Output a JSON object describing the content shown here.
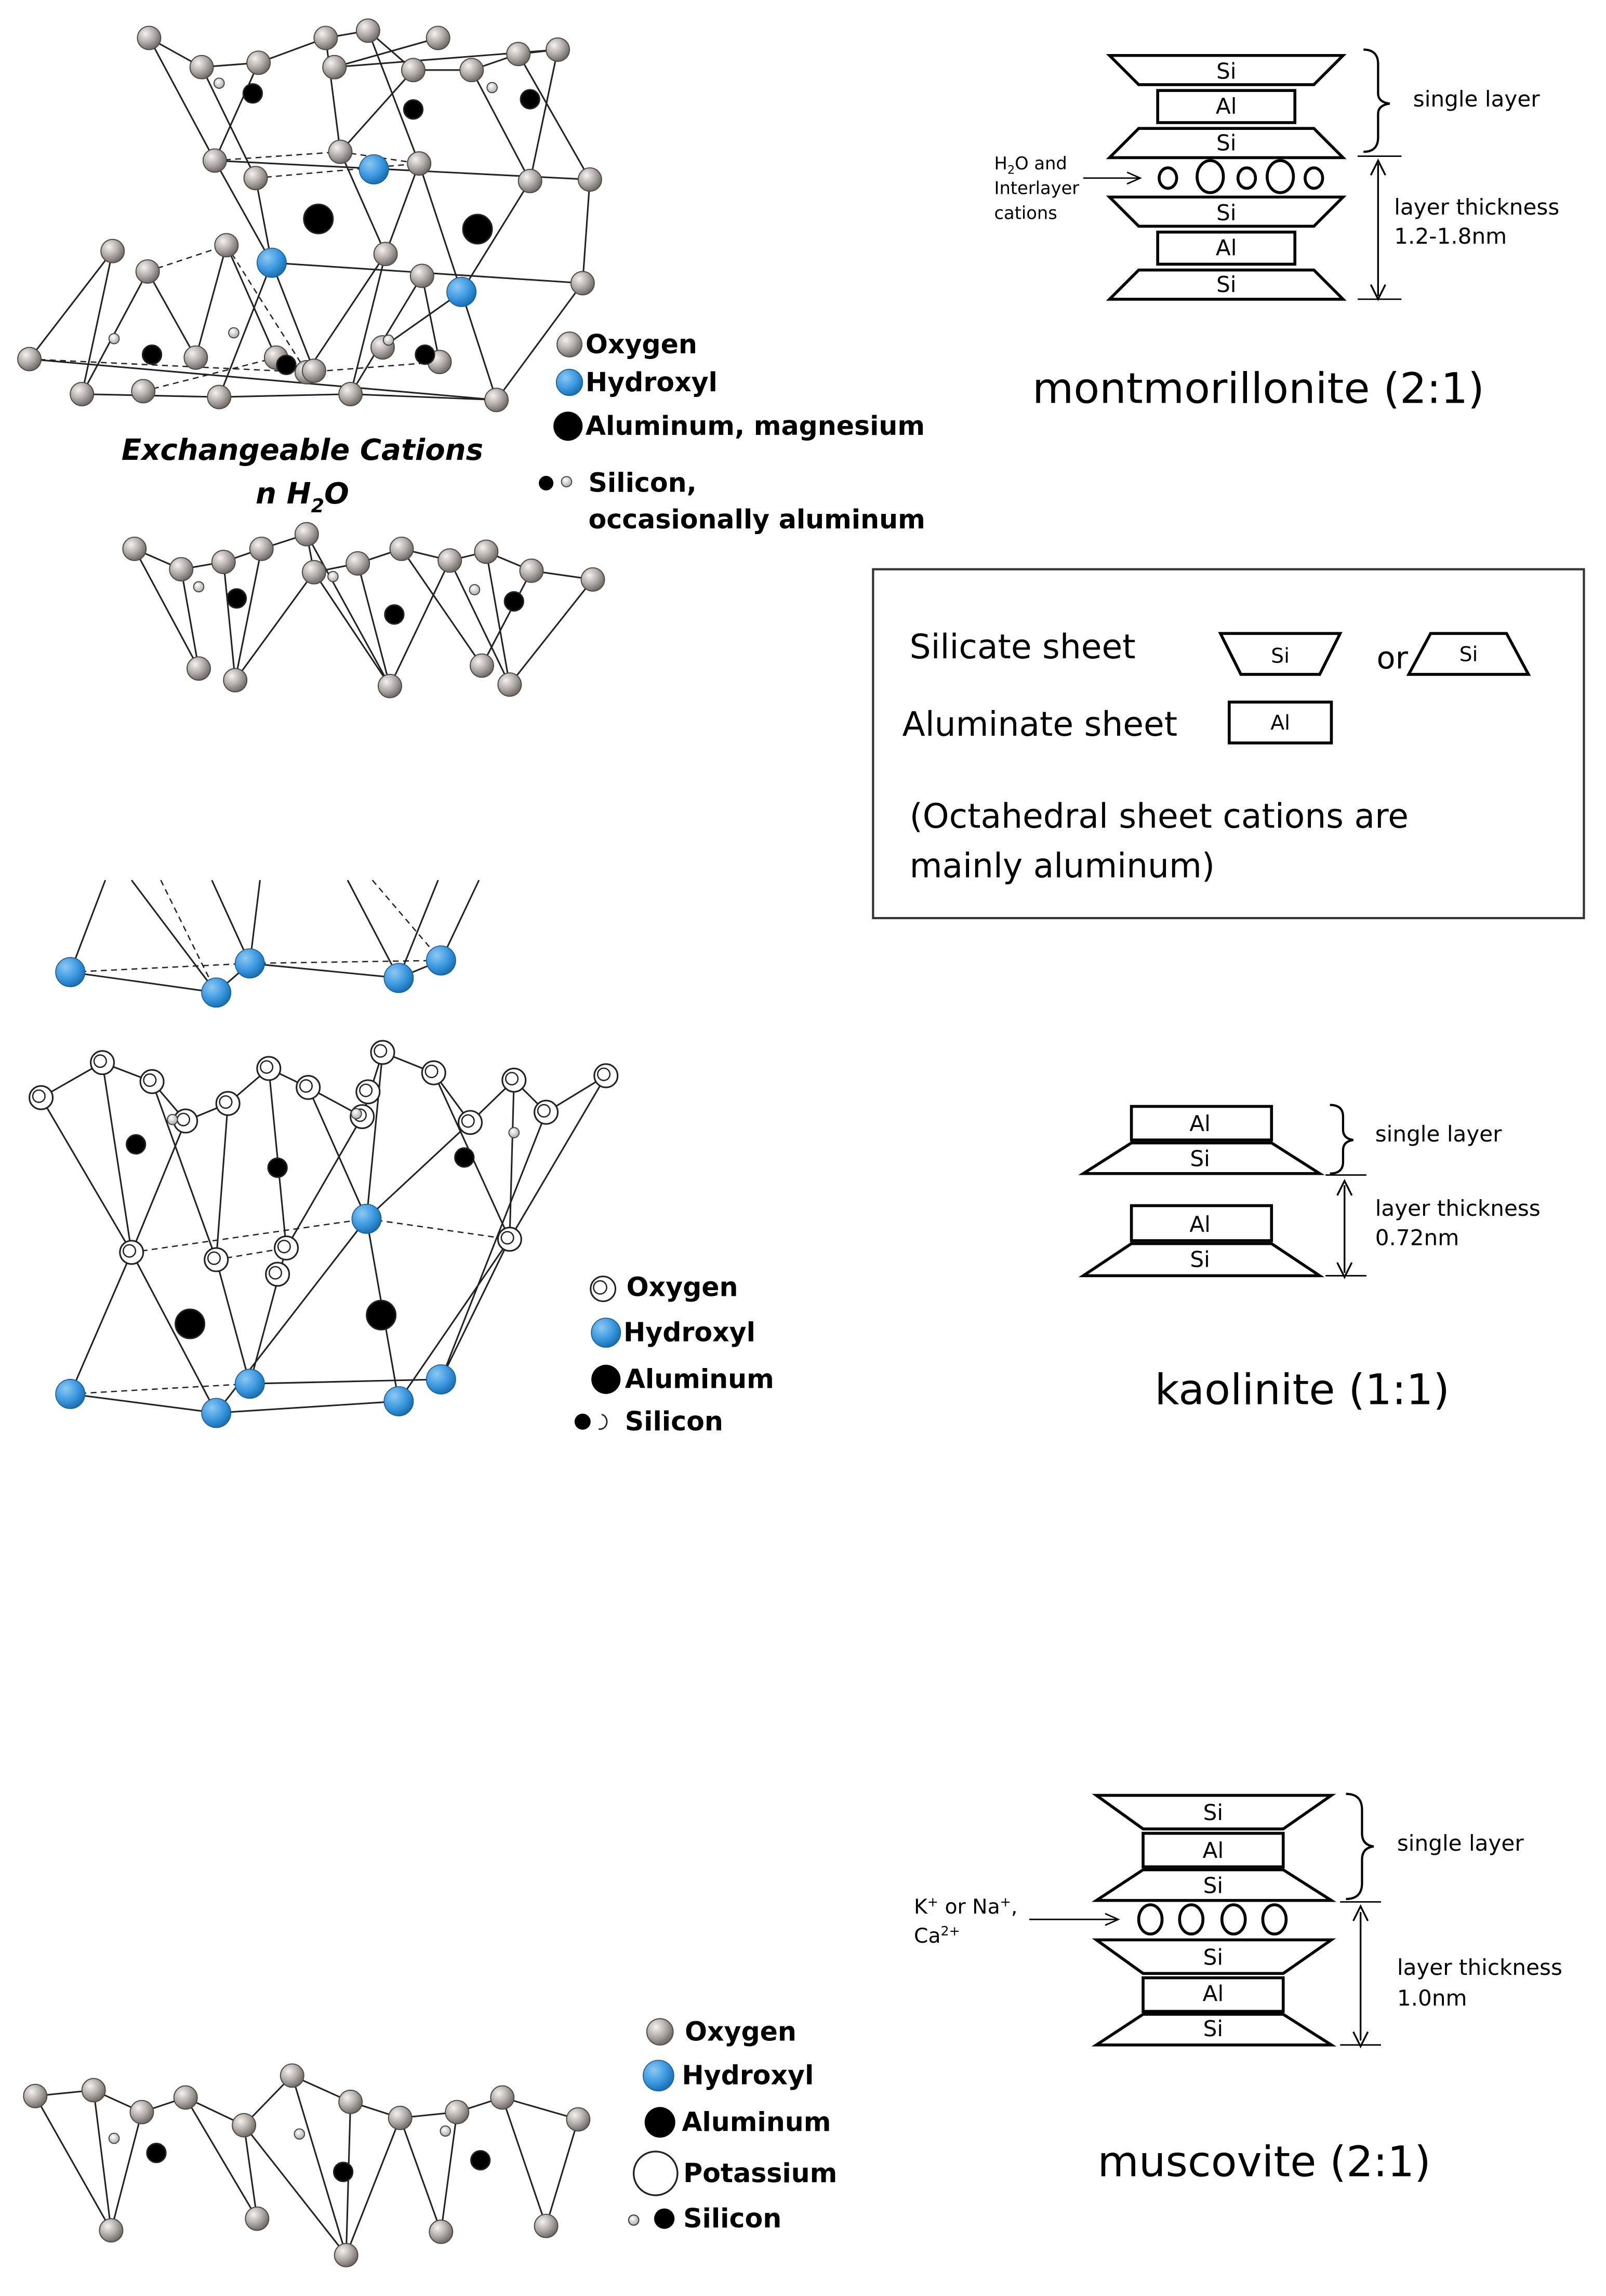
{
  "colors": {
    "oxygen_fill": "#b0aba6",
    "oxygen_dark": "#6f6a65",
    "hydroxyl": "#3b98e0",
    "cation": "#000000",
    "line": "#222222"
  },
  "montmorillonite": {
    "legend": {
      "oxygen": "Oxygen",
      "hydroxyl": "Hydroxyl",
      "al_mg": "Aluminum, magnesium",
      "silicon_1": "Silicon,",
      "silicon_2": "occasionally aluminum"
    },
    "interlayer_1": "Exchangeable Cations",
    "interlayer_2": "n H",
    "interlayer_sub": "2",
    "interlayer_3": "O",
    "schematic": {
      "sheets": [
        "Si",
        "Al",
        "Si",
        "Si",
        "Al",
        "Si"
      ],
      "single_layer": "single layer",
      "water_1": "H",
      "water_sub": "2",
      "water_2": "O and",
      "water_3": "Interlayer",
      "water_4": "cations",
      "thickness_1": "layer thickness",
      "thickness_2": "1.2-1.8nm"
    },
    "title": "montmorillonite (2:1)"
  },
  "key_box": {
    "silicate": "Silicate sheet",
    "si_a": "Si",
    "or": "or",
    "si_b": "Si",
    "aluminate": "Aluminate sheet",
    "al": "Al",
    "note_1": "(Octahedral sheet cations are",
    "note_2": "mainly aluminum)"
  },
  "kaolinite": {
    "legend": {
      "oxygen": "Oxygen",
      "hydroxyl": "Hydroxyl",
      "aluminum": "Aluminum",
      "silicon": "Silicon"
    },
    "schematic": {
      "sheets": [
        "Al",
        "Si",
        "Al",
        "Si"
      ],
      "single_layer": "single layer",
      "thickness_1": "layer thickness",
      "thickness_2": "0.72nm"
    },
    "title": "kaolinite (1:1)"
  },
  "muscovite": {
    "legend": {
      "oxygen": "Oxygen",
      "hydroxyl": "Hydroxyl",
      "aluminum": "Aluminum",
      "potassium": "Potassium",
      "silicon": "Silicon"
    },
    "schematic": {
      "sheets": [
        "Si",
        "Al",
        "Si",
        "Si",
        "Al",
        "Si"
      ],
      "single_layer": "single layer",
      "cations_1": "K",
      "cations_1_sup": "+",
      "cations_1b": " or Na",
      "cations_1b_sup": "+",
      "cations_1c": ",",
      "cations_2": "Ca",
      "cations_2_sup": "2+",
      "thickness_1": "layer thickness",
      "thickness_2": "1.0nm"
    },
    "title": "muscovite (2:1)"
  }
}
